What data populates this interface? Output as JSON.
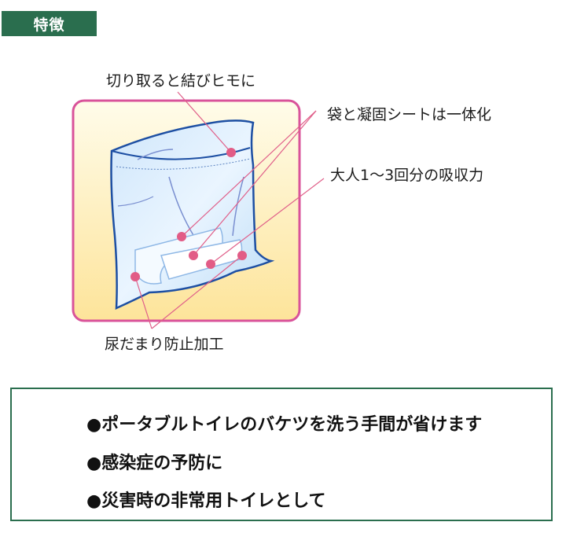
{
  "section": {
    "title": "特徴",
    "title_bg": "#2a6e4e"
  },
  "illustration": {
    "frame_border": "#d9539a",
    "frame_fill_top": "#fffbe6",
    "frame_fill_bottom": "#fde59a",
    "leader_color": "#e0608a",
    "labels": [
      {
        "id": "tie",
        "text": "切り取ると結びヒモに"
      },
      {
        "id": "integrated",
        "text": "袋と凝固シートは一体化"
      },
      {
        "id": "absorb",
        "text": "大人1～3回分の吸収力"
      },
      {
        "id": "leak",
        "text": "尿だまり防止加工"
      }
    ]
  },
  "features": {
    "border": "#2a6e4e",
    "items": [
      "●ポータブルトイレのバケツを洗う手間が省けます",
      "●感染症の予防に",
      "●災害時の非常用トイレとして"
    ]
  }
}
